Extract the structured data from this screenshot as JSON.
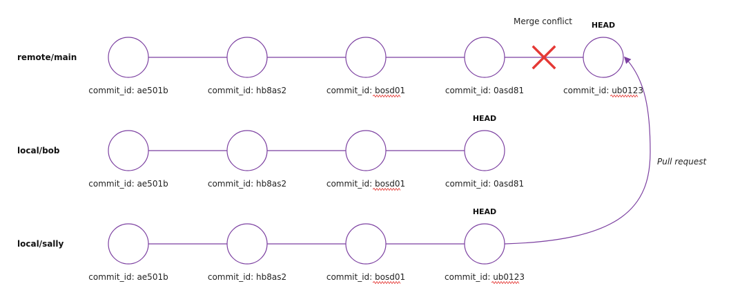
{
  "colors": {
    "line": "#7b3fa0",
    "node_stroke": "#7b3fa0",
    "conflict_mark": "#e53935",
    "spellcheck": "#e53935"
  },
  "branches": [
    {
      "name": "remote/main",
      "head_index": 4,
      "conflict_before_index": 4,
      "commits": [
        {
          "id_label": "commit_id: ae501b"
        },
        {
          "id_label": "commit_id: hb8as2"
        },
        {
          "id_label": "commit_id: bosd01"
        },
        {
          "id_label": "commit_id: 0asd81"
        },
        {
          "id_label": "commit_id: ub0123"
        }
      ]
    },
    {
      "name": "local/bob",
      "head_index": 3,
      "commits": [
        {
          "id_label": "commit_id: ae501b"
        },
        {
          "id_label": "commit_id: hb8as2"
        },
        {
          "id_label": "commit_id: bosd01"
        },
        {
          "id_label": "commit_id: 0asd81"
        }
      ]
    },
    {
      "name": "local/sally",
      "head_index": 3,
      "commits": [
        {
          "id_label": "commit_id: ae501b"
        },
        {
          "id_label": "commit_id: hb8as2"
        },
        {
          "id_label": "commit_id: bosd01"
        },
        {
          "id_label": "commit_id: ub0123"
        }
      ]
    }
  ],
  "head_label": "HEAD",
  "merge_conflict_label": "Merge conflict",
  "pull_request_label": "Pull request"
}
